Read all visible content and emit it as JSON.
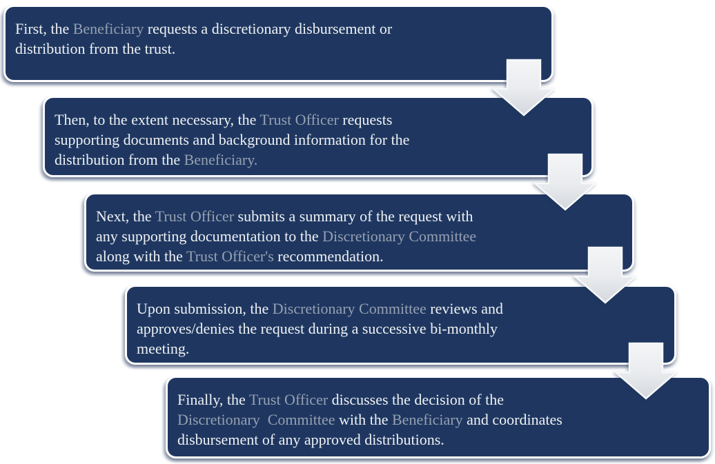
{
  "diagram": {
    "type": "flowchart",
    "connector_icon": "down-block-arrow",
    "steps": [
      {
        "lines": [
          [
            {
              "t": "First, the "
            },
            {
              "t": "Beneficiary",
              "hl": true
            },
            {
              "t": " requests a discretionary disbursement or"
            }
          ],
          [
            {
              "t": "distribution from the trust."
            }
          ]
        ]
      },
      {
        "lines": [
          [
            {
              "t": "Then, to the extent necessary, the "
            },
            {
              "t": "Trust Officer",
              "hl": true
            },
            {
              "t": " requests"
            }
          ],
          [
            {
              "t": "supporting documents and background information for the"
            }
          ],
          [
            {
              "t": "distribution from the "
            },
            {
              "t": "Beneficiary.",
              "hl": true
            }
          ]
        ]
      },
      {
        "lines": [
          [
            {
              "t": "Next, the "
            },
            {
              "t": "Trust Officer",
              "hl": true
            },
            {
              "t": " submits a summary of the request with"
            }
          ],
          [
            {
              "t": "any supporting documentation to the "
            },
            {
              "t": "Discretionary Committee",
              "hl": true
            }
          ],
          [
            {
              "t": "along with the "
            },
            {
              "t": "Trust Officer's",
              "hl": true
            },
            {
              "t": " recommendation."
            }
          ]
        ]
      },
      {
        "lines": [
          [
            {
              "t": "Upon submission, the "
            },
            {
              "t": "Discretionary Committee",
              "hl": true
            },
            {
              "t": " reviews and"
            }
          ],
          [
            {
              "t": "approves/denies the request during a successive bi-monthly"
            }
          ],
          [
            {
              "t": "meeting."
            }
          ]
        ]
      },
      {
        "lines": [
          [
            {
              "t": "Finally, the "
            },
            {
              "t": "Trust Officer",
              "hl": true
            },
            {
              "t": " discusses the decision of the"
            }
          ],
          [
            {
              "t": "Discretionary  Committee",
              "hl": true
            },
            {
              "t": " with the "
            },
            {
              "t": "Beneficiary",
              "hl": true
            },
            {
              "t": " and coordinates"
            }
          ],
          [
            {
              "t": "disbursement of any approved distributions."
            }
          ]
        ]
      }
    ]
  },
  "colors": {
    "box_fill": "#1f3760",
    "box_border": "#ffffff",
    "text": "#eef1f4",
    "highlight": "#96a0b2",
    "arrow_fill_top": "#f4f5f7",
    "arrow_fill_bottom": "#d3d7dd",
    "arrow_stroke": "#f6f8fa"
  }
}
